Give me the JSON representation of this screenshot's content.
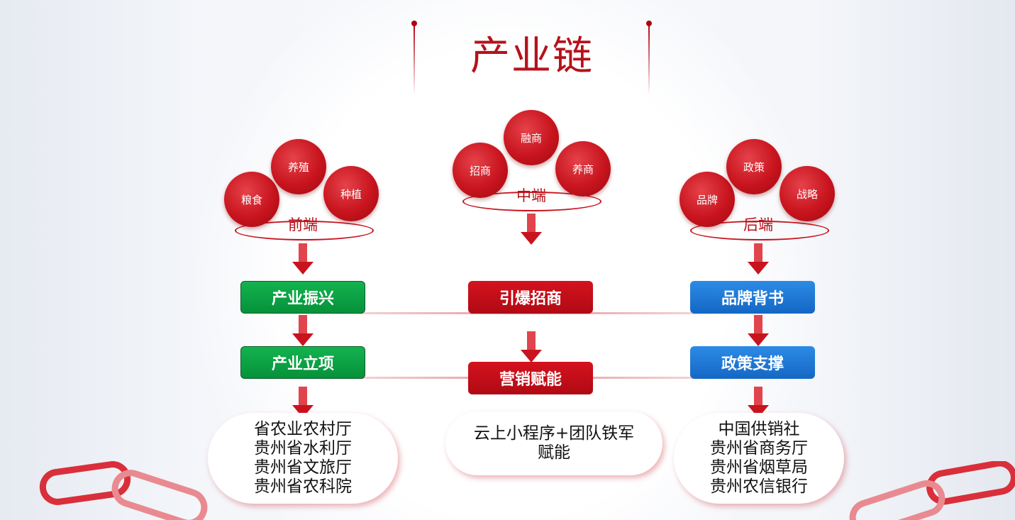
{
  "title": "产业链",
  "columns": {
    "front": {
      "label": "前端",
      "balls": [
        "粮食",
        "养殖",
        "种植"
      ],
      "step1": "产业振兴",
      "step2": "产业立项",
      "bottom": [
        "省农业农村厅",
        "贵州省水利厅",
        "贵州省文旅厅",
        "贵州省农科院"
      ]
    },
    "middle": {
      "label": "中端",
      "balls": [
        "招商",
        "融商",
        "养商"
      ],
      "step1": "引爆招商",
      "step2": "营销赋能",
      "bottom": [
        "云上小程序+团队铁军",
        "赋能"
      ]
    },
    "back": {
      "label": "后端",
      "balls": [
        "品牌",
        "政策",
        "战略"
      ],
      "step1": "品牌背书",
      "step2": "政策支撑",
      "bottom": [
        "中国供销社",
        "贵州省商务厅",
        "贵州省烟草局",
        "贵州农信银行"
      ]
    }
  },
  "colors": {
    "red": "#c8141e",
    "green": "#0ba445",
    "blue": "#1f7ad6"
  }
}
